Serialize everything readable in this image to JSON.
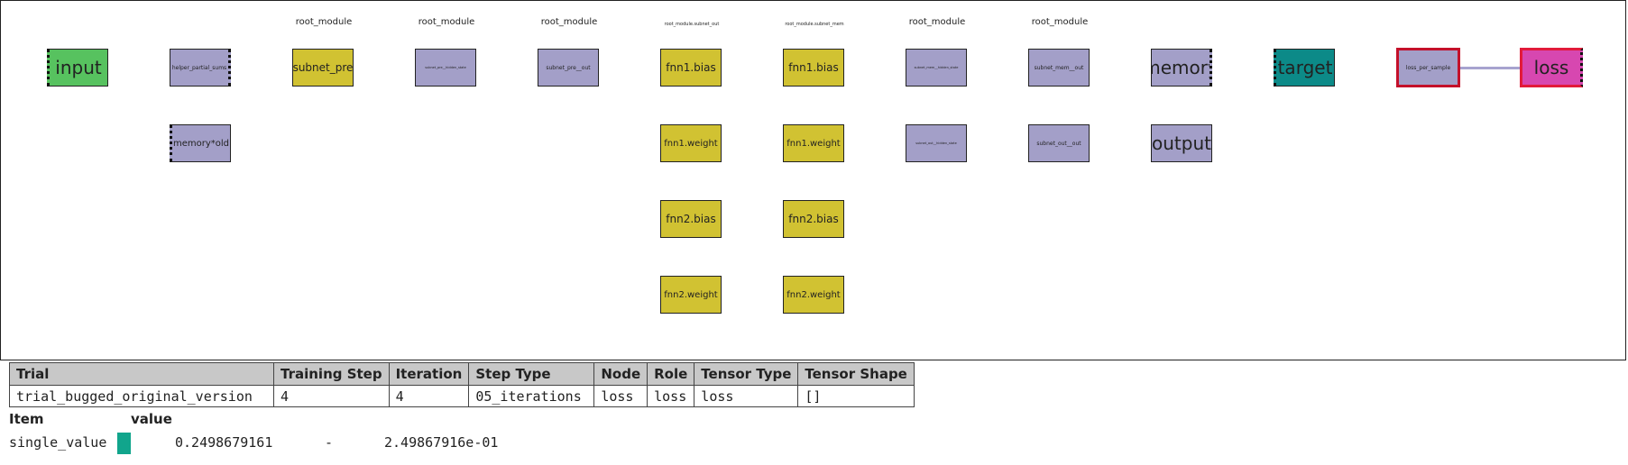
{
  "graph": {
    "column_labels": [
      "root_module",
      "root_module",
      "root_module",
      "root_module.subnet_out",
      "root_module.subnet_mem",
      "root_module",
      "root_module"
    ],
    "nodes": {
      "input": "input",
      "helper_partial_sums": "helper_partial_sums",
      "memory_old": "memory*old",
      "subnet_pre": "subnet_pre",
      "subnet_pre_hidden_state": "subnet_pre__hidden_state",
      "subnet_pre_out": "subnet_pre__out",
      "out_fnn1_bias": "fnn1.bias",
      "out_fnn1_weight": "fnn1.weight",
      "out_fnn2_bias": "fnn2.bias",
      "out_fnn2_weight": "fnn2.weight",
      "mem_fnn1_bias": "fnn1.bias",
      "mem_fnn1_weight": "fnn1.weight",
      "mem_fnn2_bias": "fnn2.bias",
      "mem_fnn2_weight": "fnn2.weight",
      "subnet_mem_hidden_state": "subnet_mem__hidden_state",
      "subnet_out_hidden_state": "subnet_out__hidden_state",
      "subnet_mem_out": "subnet_mem__out",
      "subnet_out_out": "subnet_out__out",
      "memory": "memory",
      "output": "output",
      "target": "target",
      "loss_per_sample": "loss_per_sample",
      "loss": "loss"
    },
    "colors": {
      "module": "#a39fc8",
      "parameter": "#d1c232",
      "input": "#57c25f",
      "target": "#0c8a88",
      "loss": "#d747b0",
      "selected_border": "#c4102a",
      "edge": "#a7a3cf"
    }
  },
  "table": {
    "headers": [
      "Trial",
      "Training Step",
      "Iteration",
      "Step Type",
      "Node",
      "Role",
      "Tensor Type",
      "Tensor Shape"
    ],
    "row": [
      "trial_bugged_original_version",
      "4",
      "4",
      "05_iterations",
      "loss",
      "loss",
      "loss",
      "[]"
    ]
  },
  "values": {
    "item_header": "Item",
    "value_header": "value",
    "item": "single_value",
    "swatch_color": "#11a58c",
    "value": "0.2498679161",
    "separator": "-",
    "scientific": "2.49867916e-01"
  }
}
